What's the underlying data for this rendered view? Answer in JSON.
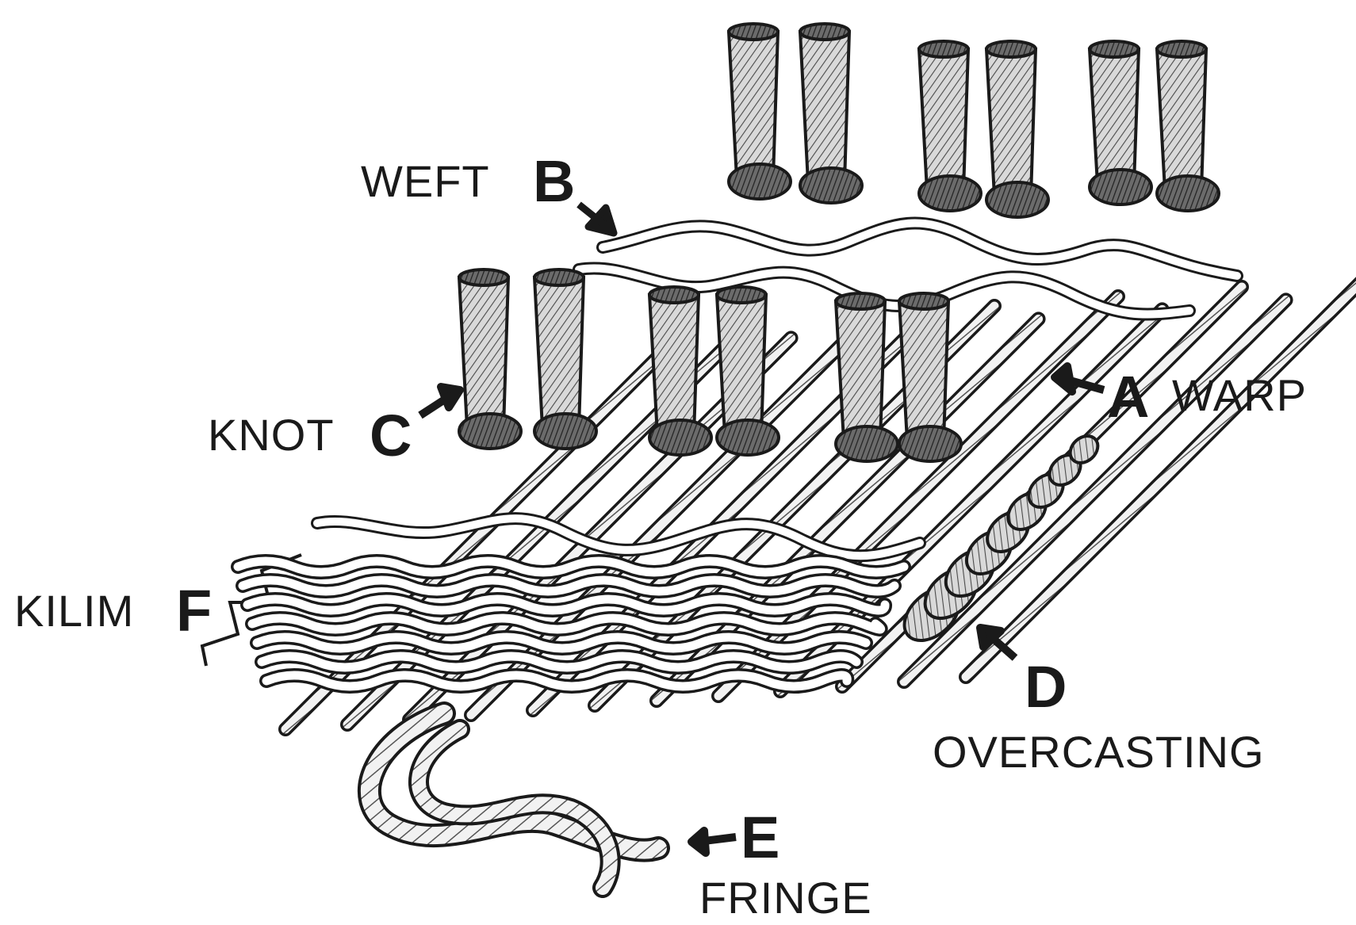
{
  "diagram": {
    "parts": [
      {
        "id": "A",
        "letter": "A",
        "word": "WARP"
      },
      {
        "id": "B",
        "letter": "B",
        "word": "WEFT"
      },
      {
        "id": "C",
        "letter": "C",
        "word": "KNOT"
      },
      {
        "id": "D",
        "letter": "D",
        "word": "OVERCASTING"
      },
      {
        "id": "E",
        "letter": "E",
        "word": "FRINGE"
      },
      {
        "id": "F",
        "letter": "F",
        "word": "KILIM"
      }
    ]
  },
  "colors": {
    "ink": "#1a1a1a",
    "shade": "#8a8a8a",
    "paper": "#ffffff"
  }
}
